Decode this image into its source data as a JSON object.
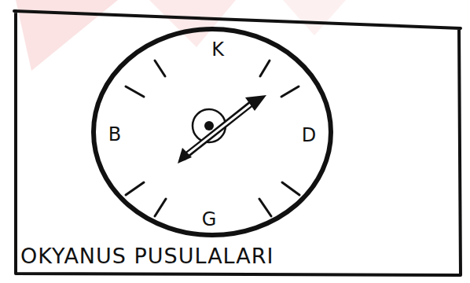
{
  "diagram": {
    "caption": "OKYANUS PUSULALARI",
    "labels": [
      "K",
      "B",
      "D",
      "G"
    ]
  }
}
